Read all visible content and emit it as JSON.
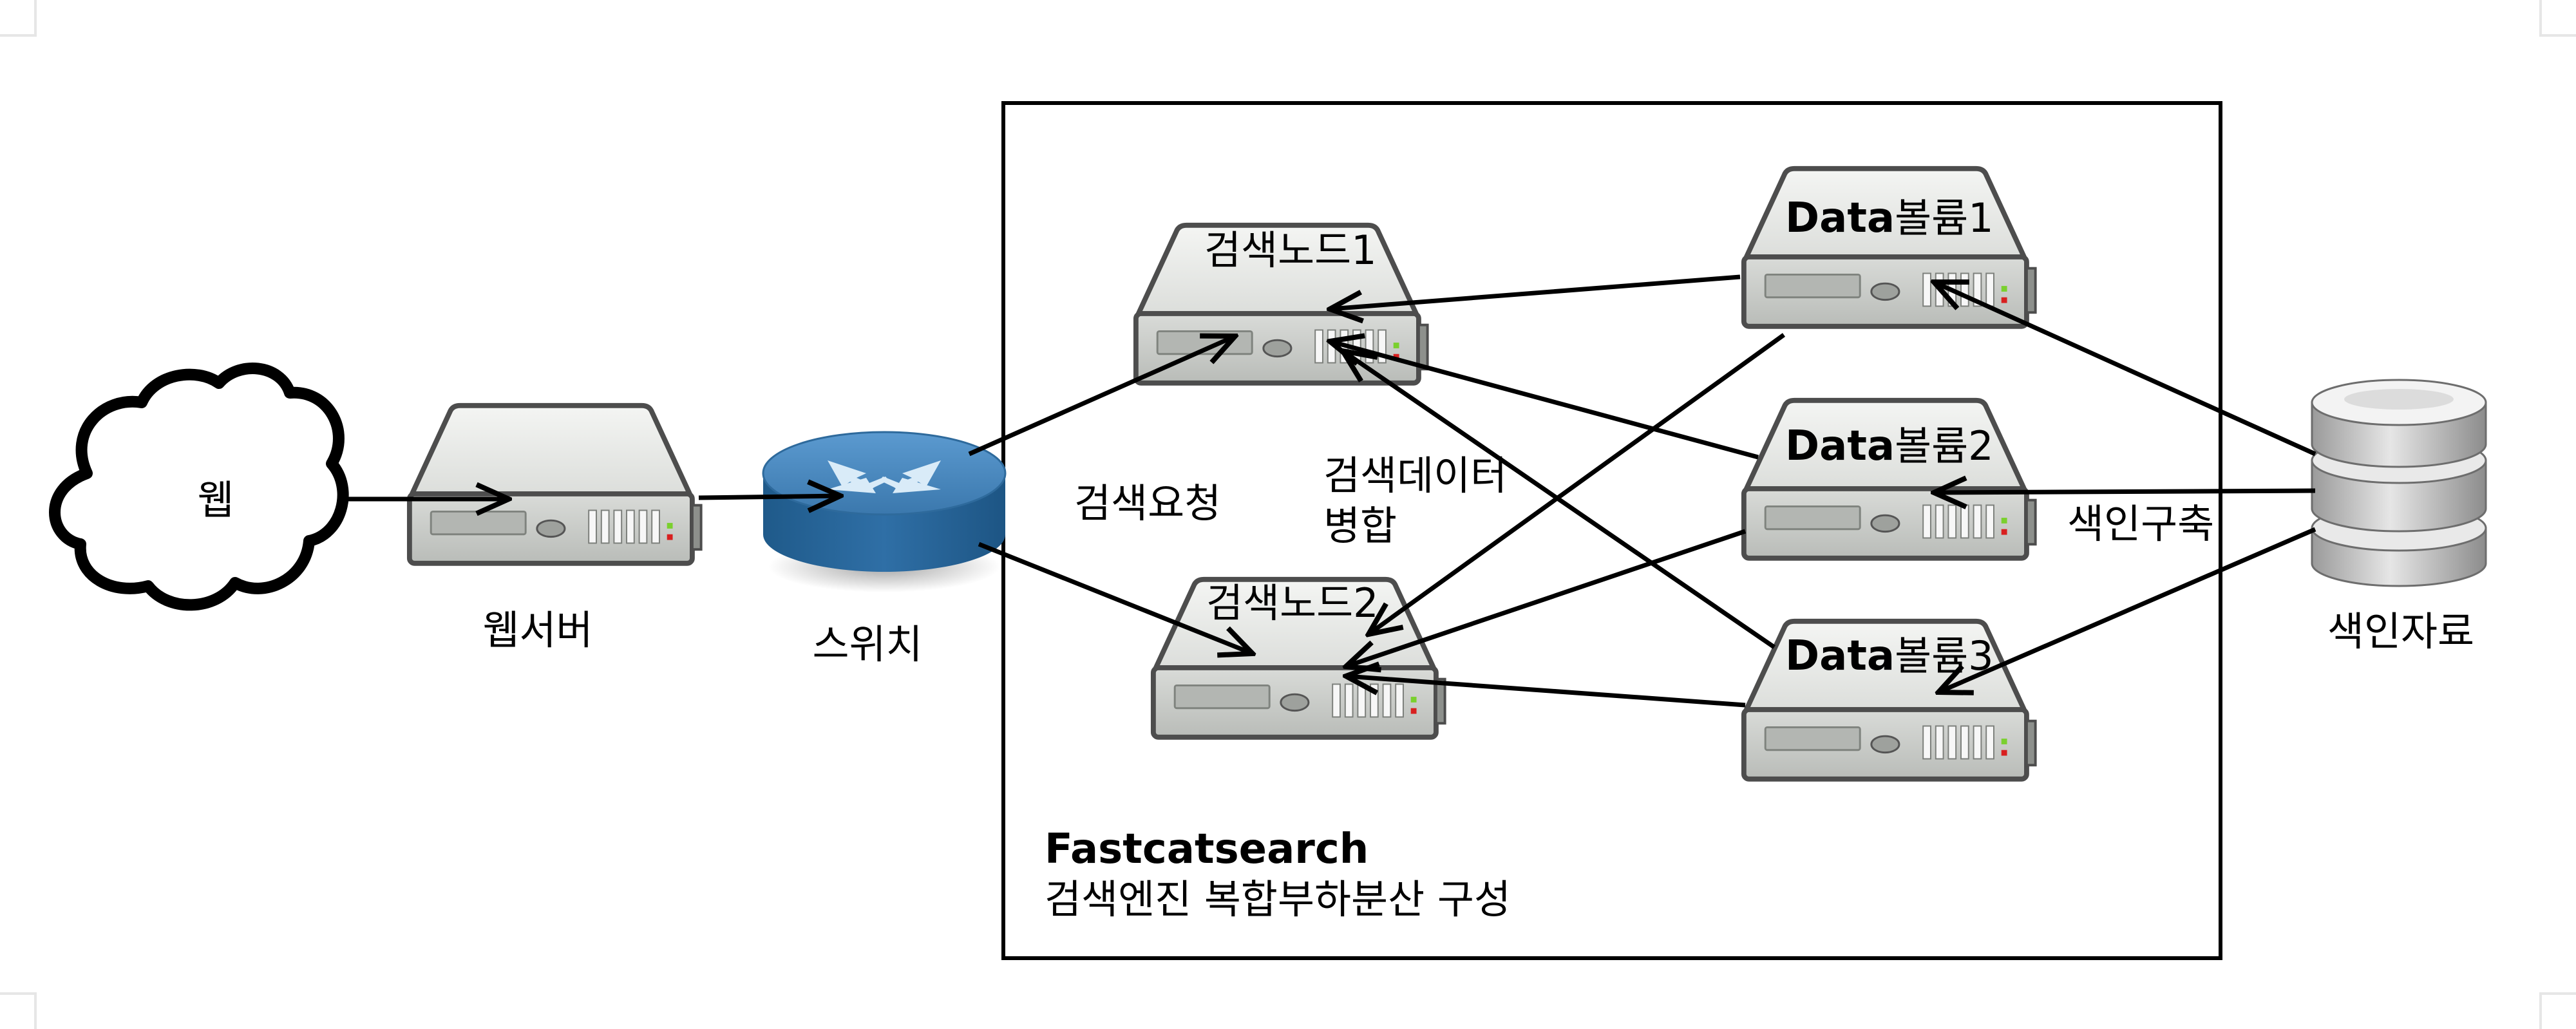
{
  "colors": {
    "line": "#000000",
    "server_body": "#d4d6d4",
    "server_top": "#eceeeb",
    "server_edge": "#4d4d4d",
    "switch_blue": "#3f7fb6",
    "switch_dark": "#1f5a8a",
    "database_gray": "#c8c8c8",
    "led_green": "#7ad02e",
    "led_red": "#d81f1f"
  },
  "icons": {
    "cloud": "cloud-icon",
    "server": "server-icon",
    "switch": "network-switch-icon",
    "database": "database-icon"
  },
  "nodes": {
    "web": "웹",
    "webserver": "웹서버",
    "switch": "스위치",
    "search_node_1": "검색노드1",
    "search_node_2": "검색노드2",
    "data_volume_1": {
      "bold": "Data",
      "text": "볼륨1"
    },
    "data_volume_2": {
      "bold": "Data",
      "text": "볼륨2"
    },
    "data_volume_3": {
      "bold": "Data",
      "text": "볼륨3"
    },
    "index_data": "색인자료"
  },
  "edge_labels": {
    "search_request": "검색요청",
    "merge_line1": "검색데이터",
    "merge_line2": "병합",
    "index_build": "색인구축"
  },
  "cluster": {
    "title": "Fastcatsearch",
    "subtitle": "검색엔진 복합부하분산 구성"
  }
}
